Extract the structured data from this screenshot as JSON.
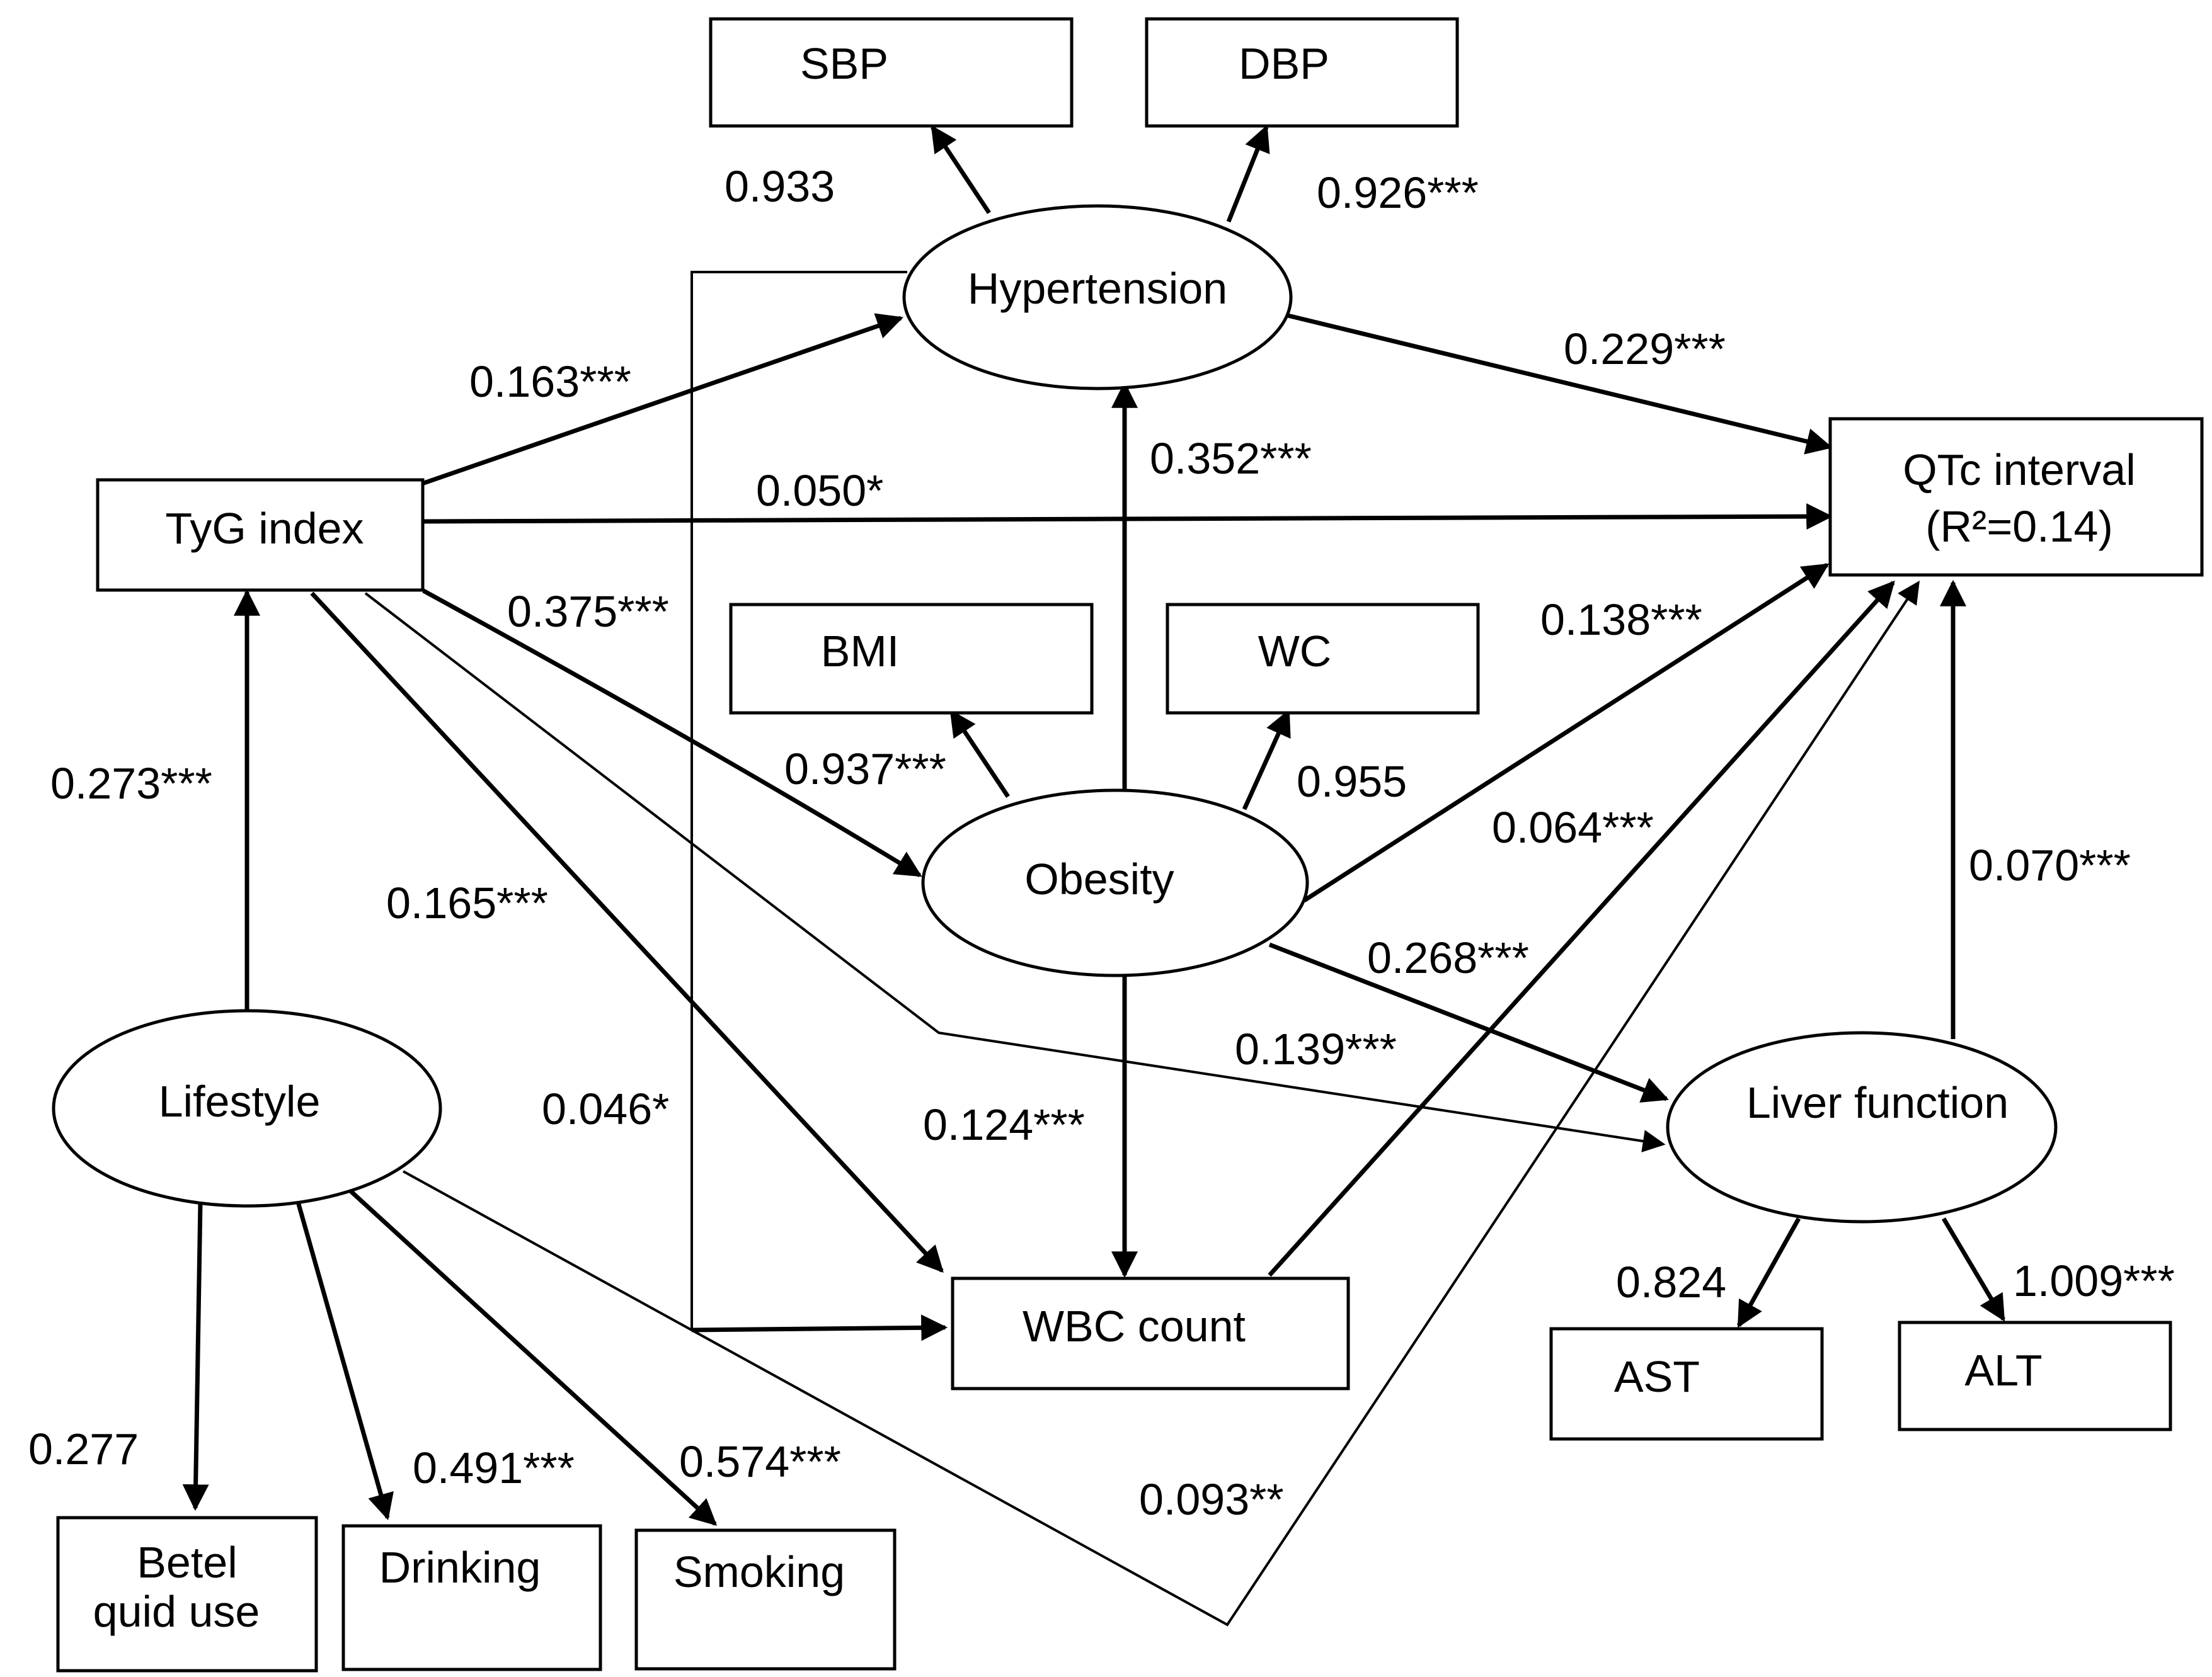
{
  "nodes": {
    "sbp": "SBP",
    "dbp": "DBP",
    "hypertension": "Hypertension",
    "tyg_index": "TyG index",
    "qtc_line1": "QTc interval",
    "qtc_line2": "(R²=0.14)",
    "bmi": "BMI",
    "wc": "WC",
    "obesity": "Obesity",
    "lifestyle": "Lifestyle",
    "liver_function": "Liver function",
    "wbc_count": "WBC count",
    "ast": "AST",
    "alt": "ALT",
    "betel_line1": "Betel",
    "betel_line2": "quid use",
    "drinking": "Drinking",
    "smoking": "Smoking"
  },
  "coefficients": {
    "hypertension_sbp": "0.933",
    "hypertension_dbp": "0.926***",
    "tyg_hypertension": "0.163***",
    "hypertension_qtc": "0.229***",
    "obesity_hypertension": "0.352***",
    "tyg_qtc": "0.050*",
    "tyg_obesity": "0.375***",
    "obesity_qtc": "0.138***",
    "obesity_bmi": "0.937***",
    "obesity_wc": "0.955",
    "lifestyle_tyg": "0.273***",
    "tyg_wbc": "0.165***",
    "wbc_qtc": "0.064***",
    "liver_qtc": "0.070***",
    "obesity_liver": "0.268***",
    "tyg_liver": "0.139***",
    "hypertension_wbc": "0.046*",
    "obesity_wbc": "0.124***",
    "liver_ast": "0.824",
    "liver_alt": "1.009***",
    "lifestyle_betel": "0.277",
    "lifestyle_drinking": "0.491***",
    "lifestyle_smoking": "0.574***",
    "lifestyle_qtc": "0.093**"
  }
}
